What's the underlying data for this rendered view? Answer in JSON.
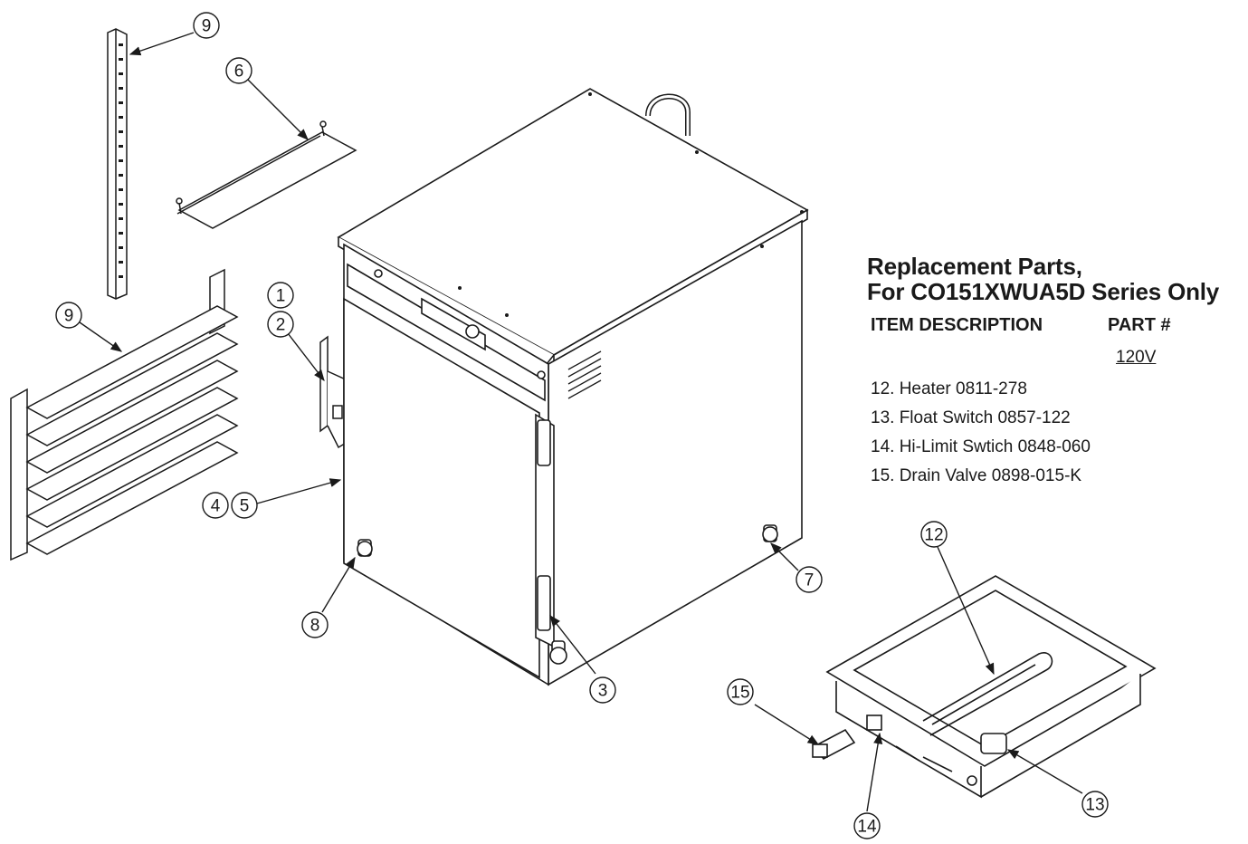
{
  "panel": {
    "title_line1": "Replacement Parts,",
    "title_line2": "For CO151XWUA5D Series Only",
    "header_item": "ITEM DESCRIPTION",
    "header_part": "PART #",
    "voltage": "120V",
    "items": [
      "12. Heater 0811-278",
      "13. Float Switch 0857-122",
      "14. Hi-Limit Swtich 0848-060",
      "15. Drain Valve 0898-015-K"
    ]
  },
  "callouts": {
    "c1": "1",
    "c2": "2",
    "c3": "3",
    "c4": "4",
    "c5": "5",
    "c6": "6",
    "c7": "7",
    "c8": "8",
    "c9a": "9",
    "c9b": "9",
    "c12": "12",
    "c13": "13",
    "c14": "14",
    "c15": "15"
  },
  "colors": {
    "line": "#1a1a1a",
    "fill": "#ffffff",
    "shade": "#f2f2f2"
  }
}
